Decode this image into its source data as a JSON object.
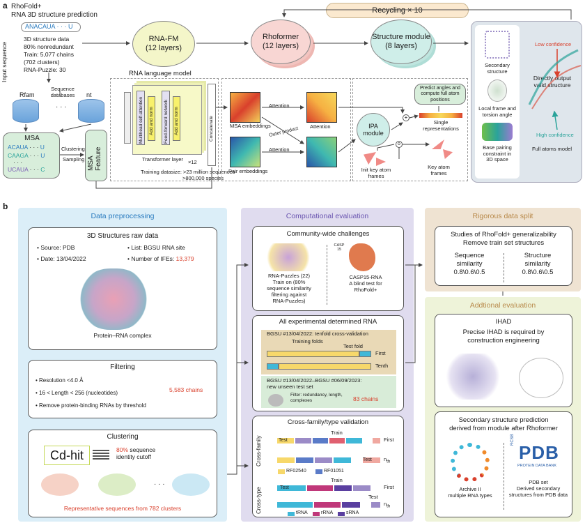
{
  "panel_a": {
    "letter": "a",
    "title_l1": "RhoFold+",
    "title_l2": "RNA 3D structure prediction",
    "input_sequence_label": "Input sequence",
    "sequence_example": "ANACAUA · · · U",
    "data_lines": [
      "3D structure data",
      "80% nonredundant",
      "Train: 5,077 chains",
      "(702 clusters)",
      "RNA-Puzzle: 30"
    ],
    "recycling": "Recycling × 10",
    "rnafm_title": "RNA-FM",
    "rnafm_sub": "(12 layers)",
    "rhoformer_title": "Rhoformer",
    "rhoformer_sub": "(12 layers)",
    "structure_title": "Structure module",
    "structure_sub": "(8 layers)",
    "rna_language_model": "RNA language model",
    "multihead": "Multihead self-attention",
    "add_norm": "Add and norm",
    "ffn": "Feed-forward network",
    "transformer_layer": "Transformer layer",
    "times12": "×12",
    "concatenate": "Concatenate",
    "training_datasize_l1": "Training datasize: >23 million sequences",
    "training_datasize_l2": ">800,000 species",
    "seq_db_label_l1": "Sequence",
    "seq_db_label_l2": "databases",
    "rfam": "Rfam",
    "nt": "nt",
    "dots": "· · ·",
    "msa": "MSA",
    "msa_rows": [
      {
        "seq": "ACAUA",
        "dots": "· · ·",
        "end": "U"
      },
      {
        "seq": "CAAGA",
        "dots": "· · ·",
        "end": "U"
      },
      {
        "seq": "· · ·",
        "dots": "",
        "end": ""
      },
      {
        "seq": "UCAUA",
        "dots": "· · ·",
        "end": "C"
      }
    ],
    "clustering": "Clustering",
    "sampling": "Sampling",
    "msa_feature_l1": "MSA",
    "msa_feature_l2": "Feature",
    "attention": "Attention",
    "outer_product": "Outer product",
    "msa_embeddings": "MSA embeddings",
    "pair_embeddings": "Pair embeddings",
    "ipa_l1": "IPA",
    "ipa_l2": "module",
    "predict_angles_l1": "Predict angles and",
    "predict_angles_l2": "compute full atom",
    "predict_angles_l3": "positions",
    "single_repr_l1": "Single",
    "single_repr_l2": "representations",
    "init_key_l1": "Init key atom",
    "init_key_l2": "frames",
    "key_atom_l1": "Key atom",
    "key_atom_l2": "frames",
    "secondary_structure_l1": "Secondary",
    "secondary_structure_l2": "structure",
    "local_frame_l1": "Local frame and",
    "local_frame_l2": "torsion angle",
    "base_pairing_l1": "Base pairing",
    "base_pairing_l2": "constraint in",
    "base_pairing_l3": "3D space",
    "low_confidence": "Low confidence",
    "high_confidence": "High confidence",
    "directly_output_l1": "Directly output",
    "directly_output_l2": "valid structure",
    "full_atoms_model": "Full atoms model"
  },
  "panel_b": {
    "letter": "b",
    "data_preprocessing": "Data preprocessing",
    "raw_data_title": "3D Structures raw data",
    "source": "Source: PDB",
    "list": "List: BGSU RNA site",
    "date": "Date: 13/04/2022",
    "ifes_label": "Number of IFEs: ",
    "ifes_value": "13,379",
    "complex_label": "Protein–RNA complex",
    "filtering_title": "Filtering",
    "filter_1": "Resolution <4.0 Å",
    "filter_2": "16 < Length < 256 (nucleotides)",
    "filter_3": "Remove protein-binding RNAs by threshold",
    "chains_5583": "5,583 chains",
    "clustering_title": "Clustering",
    "cdhit": "Cd-hit",
    "identity_pct": "80%",
    "identity_l1": " sequence",
    "identity_l2": "identity cutoff",
    "representative": "Representative sequences from 782 clusters",
    "computational_evaluation": "Computational evaluation",
    "community_title": "Community-wide challenges",
    "puzzles_l1": "RNA-Puzzles (22)",
    "puzzles_l2": "Train on (80%",
    "puzzles_l3": "sequence similarity",
    "puzzles_l4": "filtering against",
    "puzzles_l5": "RNA-Puzzles)",
    "casp_label": "CASP",
    "casp_num": "15",
    "casp_l1": "CASP15-RNA",
    "casp_l2": "A blind test for",
    "casp_l3": "RhoFold+",
    "all_exp_title": "All experimental determined RNA",
    "bgsu_cv": "BGSU #13/04/2022: tenfold cross-validation",
    "training_folds": "Training folds",
    "test_fold": "Test fold",
    "first": "First",
    "tenth": "Tenth",
    "bgsu_unseen_l1": "BGSU #13/04/2022–BGSU #06/09/2023:",
    "bgsu_unseen_l2": "new unseen test set",
    "filter_note_l1": "Filter: redundancy, length,",
    "filter_note_l2": "complexes",
    "chains_83": "83 chains",
    "crossfamily_title": "Cross-family/type validation",
    "cross_family": "Cross-family",
    "cross_type": "Cross-type",
    "train": "Train",
    "test": "Test",
    "first2": "First",
    "nth": "n",
    "nth_sub": "th",
    "rf02540": "RF02540",
    "rf01051": "RF01051",
    "trna": "tRNA",
    "rrna": "rRNA",
    "srna": "sRNA",
    "rigorous": "Rigorous data split",
    "studies_l1": "Studies of RhoFold+ generalizability",
    "studies_l2": "Remove train set structures",
    "seq_sim_l1": "Sequence",
    "seq_sim_l2": "similarity",
    "seq_sim_l3": "0.8\\0.6\\0.5",
    "str_sim_l1": "Structure",
    "str_sim_l2": "similarity",
    "str_sim_l3": "0.8\\0.6\\0.5",
    "additional": "Addtional evaluation",
    "ihad_title": "IHAD",
    "ihad_l1": "Precise IHAD is required by",
    "ihad_l2": "construction engineering",
    "ss_title_l1": "Secondary structure prediction",
    "ss_title_l2": "derived from module after Rhoformer",
    "archive_l1": "Archive II",
    "archive_l2": "multiple RNA types",
    "pdb_logo": "PDB",
    "rcsb": "RCSB",
    "pdb_bank": "PROTEIN DATA BANK",
    "pdb_l1": "PDB set",
    "pdb_l2": "Derived secondary",
    "pdb_l3": "structures from PDB data"
  },
  "colors": {
    "preprocess_bg": "#dbeef8",
    "compeval_bg": "#e0dcef",
    "rigorous_bg": "#efe3d2",
    "additional_bg": "#eef3d9",
    "rnafm": "#f4f6c9",
    "rhoformer": "#f8d6d3",
    "structure": "#cfeee9",
    "recycle": "#fbe9cf",
    "accent_red": "#d9402c",
    "teal": "#2aa39a"
  }
}
